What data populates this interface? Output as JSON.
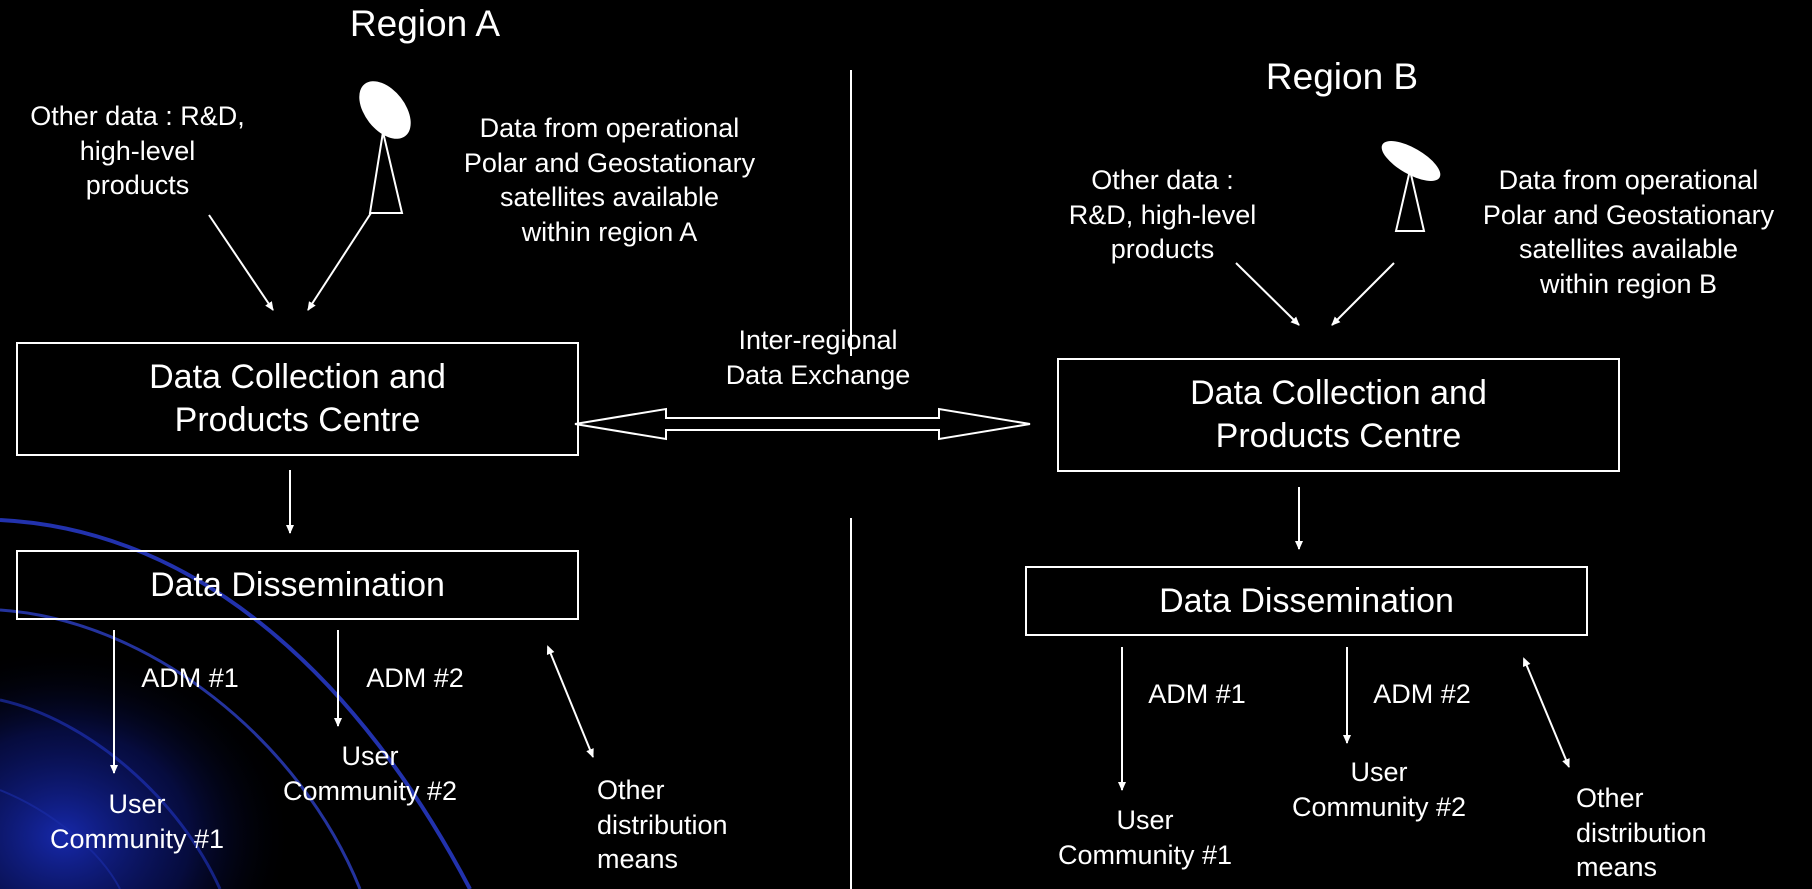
{
  "region_a": {
    "title": "Region A",
    "other_data": "Other data : R&D,\nhigh-level\nproducts",
    "satellite_data": "Data from operational\nPolar and Geostationary\nsatellites available\nwithin region A",
    "collection_centre": "Data Collection and\nProducts Centre",
    "dissemination": "Data Dissemination",
    "adm1": "ADM #1",
    "adm2": "ADM #2",
    "user1": "User\nCommunity #1",
    "user2": "User\nCommunity #2",
    "other_means": "Other\ndistribution\nmeans"
  },
  "region_b": {
    "title": "Region B",
    "other_data": "Other data :\nR&D, high-level\nproducts",
    "satellite_data": "Data from operational\nPolar and Geostationary\nsatellites available\nwithin region B",
    "collection_centre": "Data Collection and\nProducts Centre",
    "dissemination": "Data Dissemination",
    "adm1": "ADM #1",
    "adm2": "ADM #2",
    "user1": "User\nCommunity #1",
    "user2": "User\nCommunity #2",
    "other_means": "Other\ndistribution\nmeans"
  },
  "exchange": "Inter-regional\nData Exchange",
  "colors": {
    "background": "#000000",
    "foreground": "#ffffff",
    "swoosh": "#1a2fc8"
  }
}
